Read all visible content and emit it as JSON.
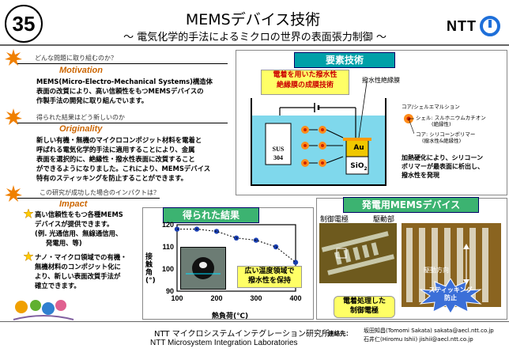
{
  "header": {
    "number": "35",
    "title": "MEMSデバイス技術",
    "subtitle": "～ 電気化学的手法によるミクロの世界の表面張力制御 ～",
    "logo_text": "NTT"
  },
  "left": {
    "s1": {
      "question": "どんな問題に取り組むのか？",
      "heading": "Motivation",
      "lines": [
        "MEMS(Micro-Electro-Mechanical Systems)構造体",
        "表面の改質により、高い信頼性をもつMEMSデバイスの",
        "作製手法の開発に取り組んでいます。"
      ]
    },
    "s2": {
      "question": "得られた結果はどう新しいのか",
      "heading": "Originality",
      "lines": [
        "新しい有機・無機のマイクロコンポジット材料を電着と",
        "呼ばれる電気化学的手法に適用することにより、金属",
        "表面を選択的に、絶縁性・撥水性表面に改質すること",
        "ができるようになりました。これにより、MEMSデバイス",
        "特有のスティッキングを防止することができます。"
      ]
    },
    "s3": {
      "question": "この研究が成功した場合のインパクトは？",
      "heading": "Impact",
      "bullet1": [
        "高い信頼性をもつ各種MEMS",
        "デバイスが提供できます。",
        "(例. 光通信用、無線通信用、",
        "発電用、等)"
      ],
      "bullet2": [
        "ナノ・マイクロ領域での有機・",
        "無機材料のコンポジット化に",
        "より、新しい表面改質手法が",
        "確立できます。"
      ]
    }
  },
  "youso": {
    "head": "要素技術",
    "callout": [
      "電着を用いた撥水性",
      "絶縁膜の成膜技術"
    ],
    "film_label": "撥水性絶縁膜",
    "sus": [
      "SUS",
      "304"
    ],
    "au": "Au",
    "sio2": "SiO",
    "sio2_sub": "2",
    "core_shell": "コア/シェルエマルション",
    "shell": [
      "シェル: スルホニウムカチオン",
      "(絶縁性)"
    ],
    "core": [
      "コア: シリコーンポリマー",
      "(撥水性&絶縁性)"
    ],
    "note": [
      "加熱硬化により、シリコーン",
      "ポリマーが最表面に析出し、",
      "撥水性を発現"
    ]
  },
  "result": {
    "head": "得られた結果",
    "callout": [
      "広い温度領域で",
      "撥水性を保持"
    ],
    "xlabel": "熱負荷(℃)",
    "ylabel": "接触角(°)"
  },
  "chart_data": {
    "type": "scatter",
    "x": [
      100,
      150,
      200,
      250,
      300,
      350,
      400
    ],
    "y": [
      118,
      118,
      117,
      114,
      113,
      110,
      103
    ],
    "xlim": [
      100,
      400
    ],
    "ylim": [
      90,
      120
    ],
    "xticks": [
      "100",
      "200",
      "300",
      "400"
    ],
    "yticks": [
      "120",
      "110",
      "100",
      "90"
    ],
    "xlabel": "熱負荷(℃)",
    "ylabel": "接触角(°)"
  },
  "mems": {
    "head": "発電用MEMSデバイス",
    "ctrl": "制御電極",
    "drive": "駆動部",
    "dir": "駆動方向",
    "sticking": [
      "スティッキング",
      "防止"
    ],
    "treated": [
      "電着処理した",
      "制御電極"
    ]
  },
  "footer": {
    "lab_jp": "NTT マイクロシステムインテグレーション研究所",
    "lab_en": "NTT Microsystem Integration Laboratories",
    "contact_label": "連絡先：",
    "contact1": "坂田知昌(Tomomi Sakata) sakata@aecl.ntt.co.jp",
    "contact2": "石井仁(Hiromu Ishii) jishii@aecl.ntt.co.jp"
  },
  "colors": {
    "accent": "#cc6600",
    "panel": "#00a0a8",
    "callout": "#ffff66",
    "star": "#f08000"
  }
}
